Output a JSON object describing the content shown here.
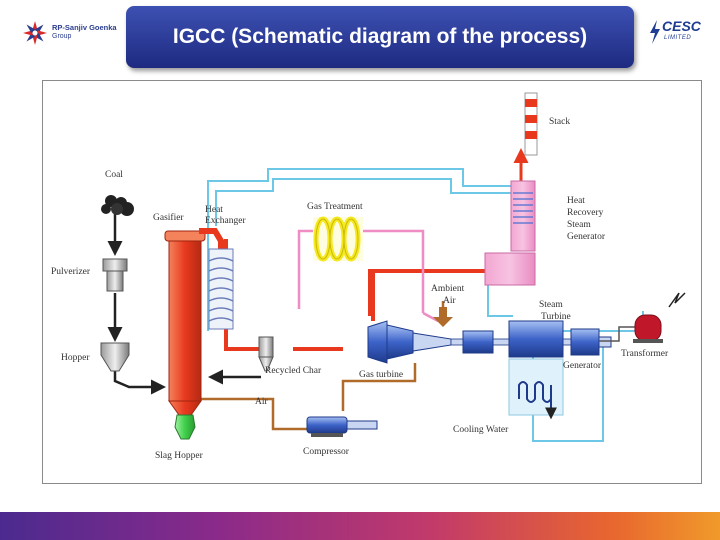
{
  "header": {
    "left_logo": {
      "line1": "RP-Sanjiv Goenka",
      "line2": "Group",
      "icon": "sunburst-logo-icon"
    },
    "title": "IGCC (Schematic diagram of the process)",
    "right_logo": {
      "word": "CESC",
      "sub": "LIMITED",
      "icon": "lightning-logo-icon"
    }
  },
  "diagram": {
    "labels": {
      "coal": "Coal",
      "pulverizer": "Pulverizer",
      "hopper": "Hopper",
      "gasifier": "Gasifier",
      "heat_exchanger_1": "Heat",
      "heat_exchanger_2": "Exchanger",
      "gas_treatment": "Gas Treatment",
      "stack": "Stack",
      "hrsg_1": "Heat",
      "hrsg_2": "Recovery",
      "hrsg_3": "Steam",
      "hrsg_4": "Generator",
      "ambient_1": "Ambient",
      "ambient_2": "Air",
      "steam_turbine_1": "Steam",
      "steam_turbine_2": "Turbine",
      "transformer": "Transformer",
      "generator": "Generator",
      "recycled_char": "Recycled Char",
      "gas_turbine": "Gas turbine",
      "air": "Air",
      "cooling_water": "Cooling Water",
      "compressor": "Compressor",
      "slag_hopper": "Slag Hopper"
    },
    "colors": {
      "syngas_red": "#e8391f",
      "clean_gas_pink": "#f08cc4",
      "water_cyan": "#6cc8e6",
      "air_brown": "#b06a2a",
      "coal_black": "#222222",
      "gas_treatment_yellow": "#f5e81e",
      "turbine_blue": "#4a6fd0",
      "slag_green": "#3fcf4a",
      "transformer_red": "#c0182a"
    }
  },
  "footer": {
    "bar_colors": [
      "#4b2a8f",
      "#c23a6a",
      "#f09a2a"
    ]
  }
}
